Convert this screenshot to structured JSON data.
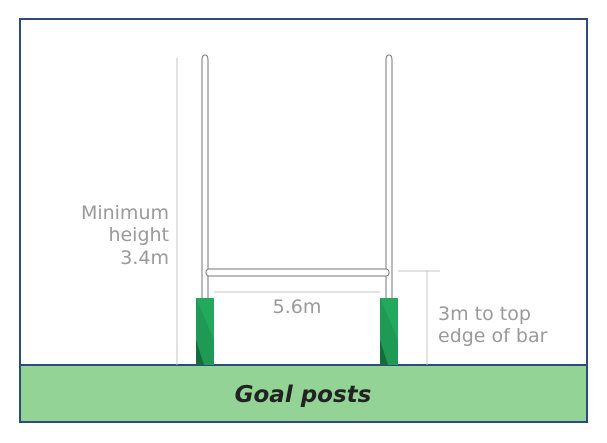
{
  "diagram": {
    "title": "Goal posts",
    "min_height_label": [
      "Minimum",
      "height",
      "3.4m"
    ],
    "width_label": "5.6m",
    "bar_height_label": [
      "3m to top",
      "edge of bar"
    ],
    "colors": {
      "border": "#2e4b7a",
      "ground": "#93d496",
      "ground_line": "#2e4b7a",
      "post_fill": "#ffffff",
      "post_stroke": "#777777",
      "pad_fill": "#1f9a55",
      "pad_dark": "#156b3b",
      "measure": "#b8b8b8",
      "label": "#9a9a9a"
    }
  }
}
